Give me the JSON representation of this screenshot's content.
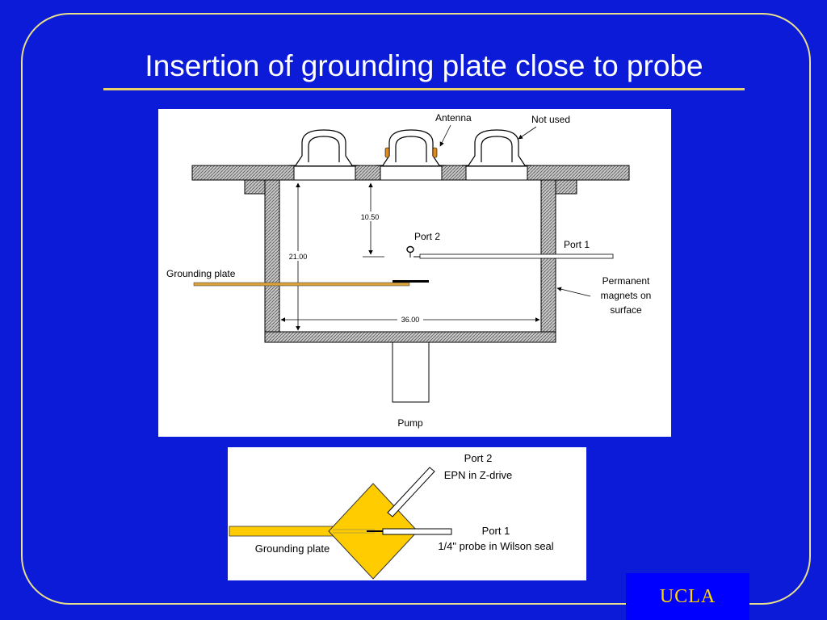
{
  "slide": {
    "title": "Insertion of grounding plate close to probe",
    "brand": "UCLA"
  },
  "top_diagram": {
    "labels": {
      "antenna": "Antenna",
      "not_used": "Not used",
      "port2": "Port 2",
      "port1": "Port 1",
      "grounding_plate": "Grounding plate",
      "magnets_line1": "Permanent",
      "magnets_line2": "magnets on",
      "magnets_line3": "surface",
      "pump": "Pump"
    },
    "dimensions": {
      "depth": "10.50",
      "height": "21.00",
      "width": "36.00"
    }
  },
  "bottom_diagram": {
    "labels": {
      "port2": "Port 2",
      "port2_desc": "EPN in Z-drive",
      "port1": "Port 1",
      "port1_desc": "1/4\" probe in Wilson seal",
      "grounding_plate": "Grounding plate"
    }
  },
  "colors": {
    "background": "#0b1bd8",
    "accent": "#e8d36b",
    "plate": "#ffcc00",
    "brand_text": "#ffd700"
  }
}
